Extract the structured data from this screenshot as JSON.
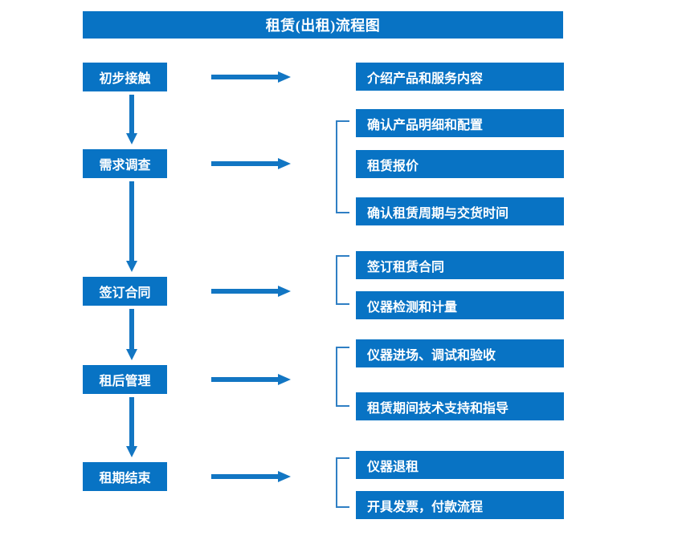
{
  "header": {
    "title": "租赁(出租)流程图"
  },
  "colors": {
    "box_blue": "#0873c4",
    "arrow_blue": "#1276c3",
    "bracket_blue": "#2f7fc4",
    "text_white": "#ffffff",
    "background": "#ffffff"
  },
  "stages": [
    {
      "id": "initial-contact",
      "label": "初步接触",
      "details": [
        "介绍产品和服务内容"
      ]
    },
    {
      "id": "requirement-survey",
      "label": "需求调查",
      "details": [
        "确认产品明细和配置",
        "租赁报价",
        "确认租赁周期与交货时间"
      ]
    },
    {
      "id": "sign-contract",
      "label": "签订合同",
      "details": [
        "签订租赁合同",
        "仪器检测和计量"
      ]
    },
    {
      "id": "post-rental-management",
      "label": "租后管理",
      "details": [
        "仪器进场、调试和验收",
        "租赁期间技术支持和指导"
      ]
    },
    {
      "id": "rental-end",
      "label": "租期结束",
      "details": [
        "仪器退租",
        "开具发票，付款流程"
      ]
    }
  ],
  "detail_boxes": [
    {
      "text": "介绍产品和服务内容"
    },
    {
      "text": "确认产品明细和配置"
    },
    {
      "text": "租赁报价"
    },
    {
      "text": "确认租赁周期与交货时间"
    },
    {
      "text": "签订租赁合同"
    },
    {
      "text": "仪器检测和计量"
    },
    {
      "text": "仪器进场、调试和验收"
    },
    {
      "text": "租赁期间技术支持和指导"
    },
    {
      "text": "仪器退租"
    },
    {
      "text": "开具发票，付款流程"
    }
  ],
  "stage_boxes": [
    {
      "text": "初步接触"
    },
    {
      "text": "需求调查"
    },
    {
      "text": "签订合同"
    },
    {
      "text": "租后管理"
    },
    {
      "text": "租期结束"
    }
  ]
}
